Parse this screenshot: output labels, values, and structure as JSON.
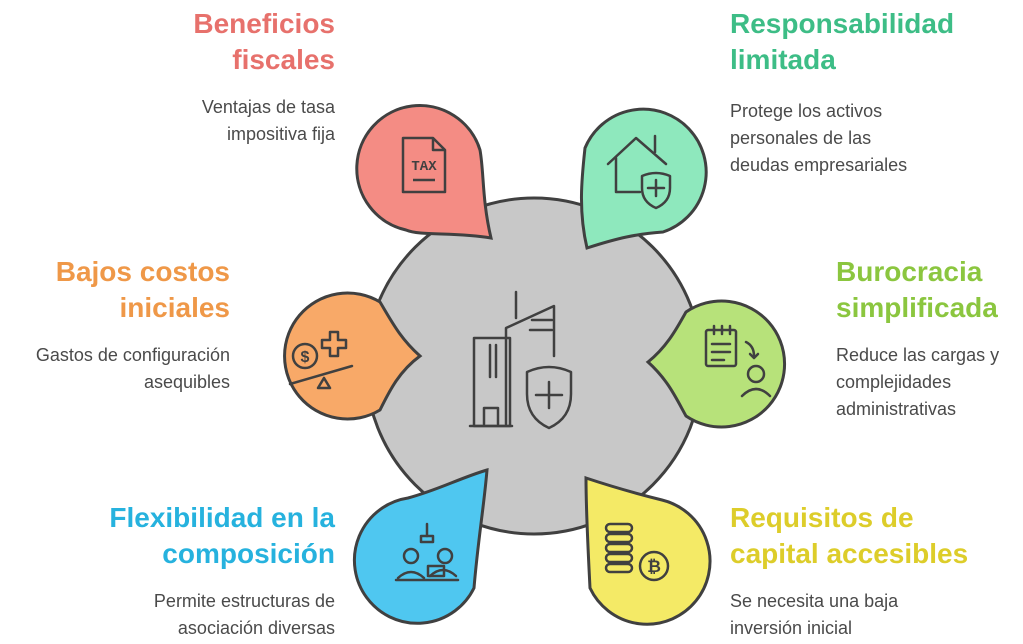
{
  "colors": {
    "center": "#c8c8c8",
    "red": "#f48c84",
    "red_text": "#e7716c",
    "green": "#8ee8bd",
    "green_text": "#3dbd86",
    "orange": "#f8a968",
    "orange_text": "#ef9848",
    "lime": "#b7e27a",
    "lime_text": "#8bc63f",
    "blue": "#4fc7f0",
    "blue_text": "#26b2de",
    "yellow": "#f4ea66",
    "yellow_text": "#ddcd2a",
    "stroke": "#404040"
  },
  "center": {
    "icon": "city-building-shield-icon"
  },
  "items": [
    {
      "id": "beneficios",
      "icon": "tax-document-icon",
      "title": [
        "Beneficios",
        "fiscales"
      ],
      "description": [
        "Ventajas de tasa",
        "impositiva fija"
      ]
    },
    {
      "id": "responsabilidad",
      "icon": "house-shield-icon",
      "title": [
        "Responsabilidad",
        "limitada"
      ],
      "description": [
        "Protege los activos",
        "personales de las",
        "deudas empresariales"
      ]
    },
    {
      "id": "costos",
      "icon": "balance-dollar-icon",
      "title": [
        "Bajos costos",
        "iniciales"
      ],
      "description": [
        "Gastos de configuración",
        "asequibles"
      ]
    },
    {
      "id": "burocracia",
      "icon": "clipboard-person-icon",
      "title": [
        "Burocracia",
        "simplificada"
      ],
      "description": [
        "Reduce las cargas y",
        "complejidades",
        "administrativas"
      ]
    },
    {
      "id": "flexibilidad",
      "icon": "team-meeting-icon",
      "title": [
        "Flexibilidad en la",
        "composición"
      ],
      "description": [
        "Permite estructuras de",
        "asociación diversas"
      ]
    },
    {
      "id": "capital",
      "icon": "coins-bitcoin-icon",
      "title": [
        "Requisitos de",
        "capital accesibles"
      ],
      "description": [
        "Se necesita una baja",
        "inversión inicial"
      ]
    }
  ]
}
